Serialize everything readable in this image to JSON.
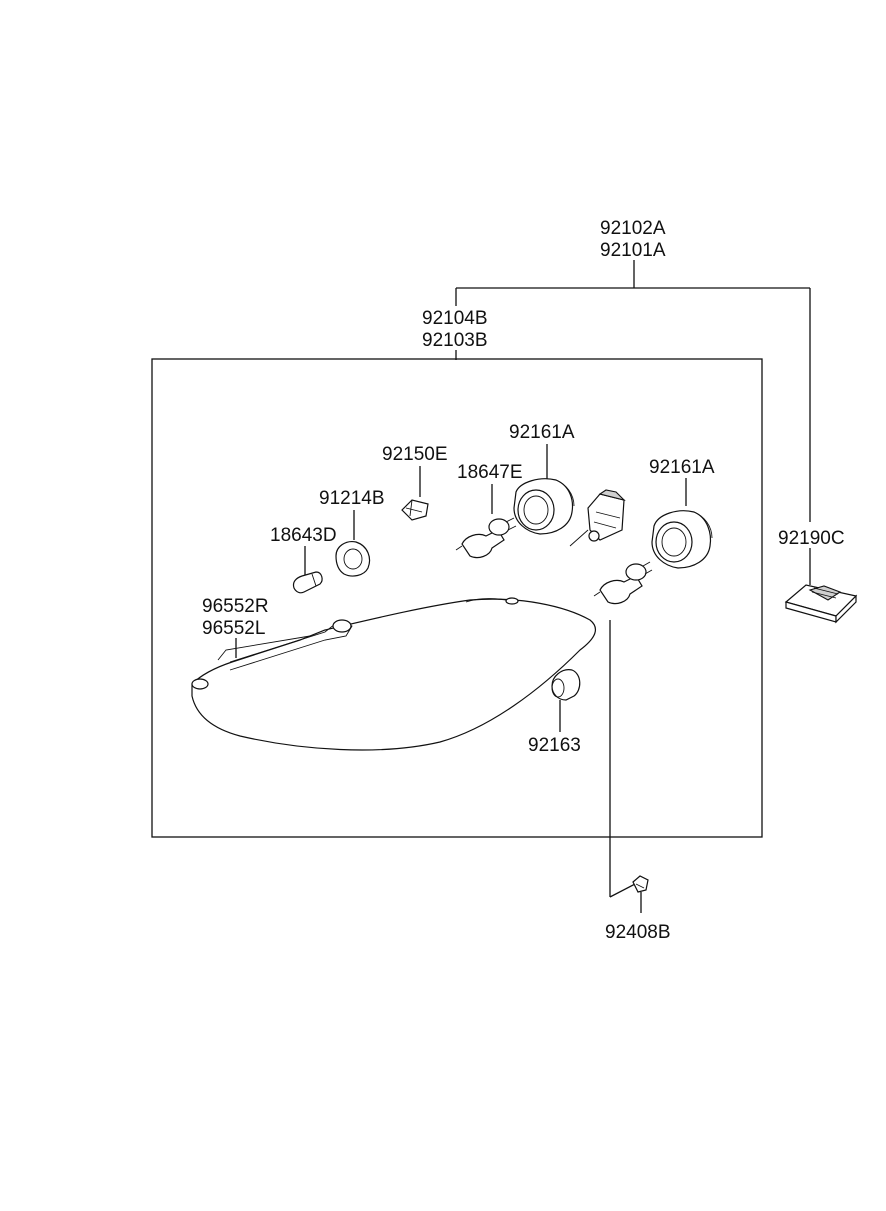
{
  "labels": {
    "assembly_1": "92102A",
    "assembly_2": "92101A",
    "housing_1": "92104B",
    "housing_2": "92103B",
    "ballast": "92190C",
    "bulb_high": "92161A",
    "bulb_low": "92161A",
    "socket_92150e": "92150E",
    "bulb_18647e": "18647E",
    "socket_91214b": "91214B",
    "bulb_18643d": "18643D",
    "lens_r": "96552R",
    "lens_l": "96552L",
    "bulb_92163": "92163",
    "screw": "92408B"
  }
}
